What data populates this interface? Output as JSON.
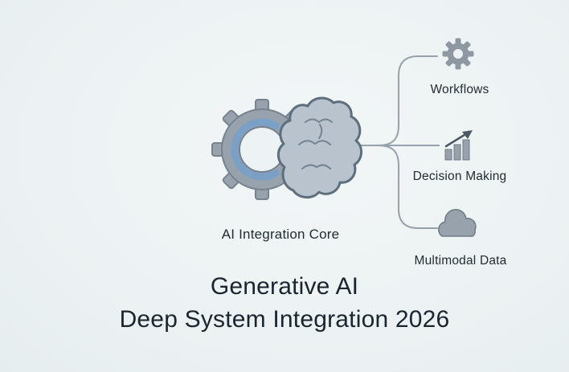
{
  "title": {
    "line1": "Generative AI",
    "line2": "Deep System Integration 2026"
  },
  "diagram": {
    "core_label": "AI Integration Core",
    "core_icon": "gear-brain-icon",
    "nodes": [
      {
        "id": "workflows",
        "label": "Workflows",
        "icon": "gear-icon"
      },
      {
        "id": "decision-making",
        "label": "Decision Making",
        "icon": "bar-chart-arrow-icon"
      },
      {
        "id": "multimodal-data",
        "label": "Multimodal Data",
        "icon": "cloud-icon"
      }
    ]
  },
  "colors": {
    "background": "#edf2f4",
    "icon_grey": "#98a2ac",
    "icon_outline": "#76828e",
    "brain_fill": "#b8c3cd",
    "brain_outline": "#5d6e7c",
    "accent_blue": "#7ba0c6",
    "connector_line": "#97a1a9",
    "text_dark": "#1b2530"
  }
}
